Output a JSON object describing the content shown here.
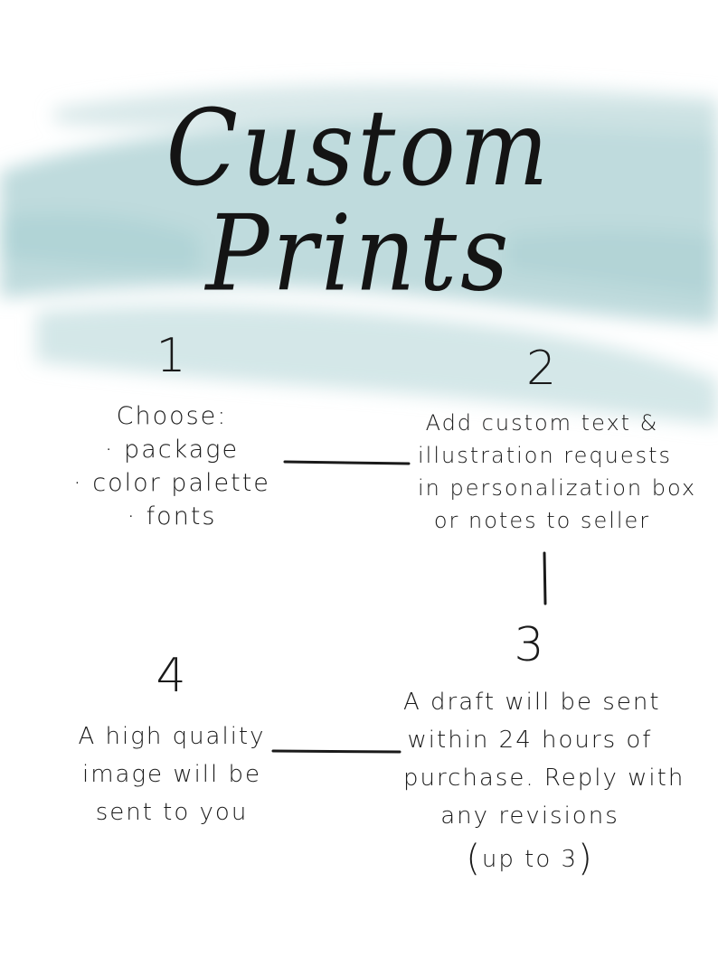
{
  "title": "Custom Prints",
  "steps": [
    {
      "number": "1",
      "lines": [
        "Choose:",
        "· package",
        "· color palette",
        "· fonts"
      ]
    },
    {
      "number": "2",
      "lines": [
        "Add custom text &",
        "illustration requests",
        "in personalization box",
        "or notes to seller"
      ]
    },
    {
      "number": "3",
      "lines": [
        "A draft will be sent",
        "within 24 hours of",
        "purchase. Reply with",
        "any revisions"
      ],
      "note": "up to 3"
    },
    {
      "number": "4",
      "lines": [
        "A high quality",
        "image will be",
        "sent to you"
      ]
    }
  ],
  "colors": {
    "wash": "#b9d8da",
    "ink": "#1a1a1a",
    "background": "#ffffff"
  }
}
